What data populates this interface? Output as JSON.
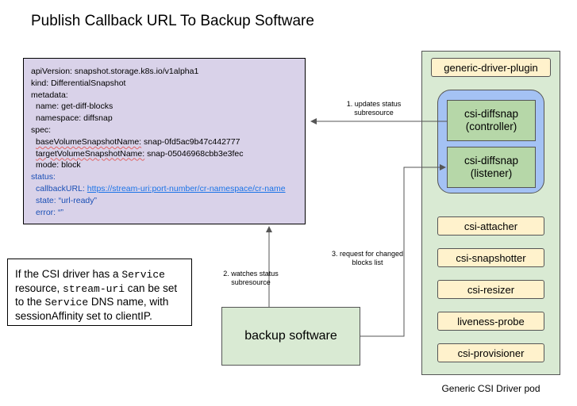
{
  "title": "Publish Callback URL To Backup Software",
  "yaml": {
    "l1": "apiVersion: snapshot.storage.k8s.io/v1alpha1",
    "l2": "kind: DifferentialSnapshot",
    "l3": "metadata:",
    "l4": "name: get-diff-blocks",
    "l5": "namespace: diffsnap",
    "l6": "spec:",
    "l7_key": "baseVolumeSnapshotName:",
    "l7_val": " snap-0fd5ac9b47c442777",
    "l8_key": "targetVolumeSnapshotName:",
    "l8_val": " snap-05046968cbb3e3fec",
    "l9": "mode: block",
    "l10": "status:",
    "l11_key": "callbackURL: ",
    "l11_url": "https://stream-uri:port-number/cr-namespace/cr-name",
    "l12": "state: “url-ready”",
    "l13": "error: “”"
  },
  "note": {
    "t1": "If the CSI driver has a ",
    "c1": "Service",
    "t2": "resource, ",
    "c2": "stream-uri",
    "t3": " can be set",
    "t4": "to the ",
    "c3": "Service",
    "t5": " DNS name, with",
    "t6": "sessionAffinity set to clientIP."
  },
  "backup": {
    "label": "backup software"
  },
  "pod": {
    "label": "Generic CSI Driver pod",
    "plugin": "generic-driver-plugin",
    "controller": {
      "line1": "csi-diffsnap",
      "line2": "(controller)"
    },
    "listener": {
      "line1": "csi-diffsnap",
      "line2": "(listener)"
    },
    "sidecars": {
      "attacher": "csi-attacher",
      "snapshotter": "csi-snapshotter",
      "resizer": "csi-resizer",
      "liveness": "liveness-probe",
      "provisioner": "csi-provisioner"
    }
  },
  "edges": {
    "e1": {
      "line1": "1. updates status",
      "line2": "subresource"
    },
    "e2": {
      "line1": "2. watches status",
      "line2": "subresource"
    },
    "e3": {
      "line1": "3. request for changed",
      "line2": "blocks list"
    }
  },
  "colors": {
    "yaml_bg": "#d9d2e9",
    "green": "#d9ead3",
    "csi_green": "#b6d7a8",
    "blue_group": "#a4c2f4",
    "sidecar": "#fff2cc",
    "status_text": "#1a4fb5"
  }
}
